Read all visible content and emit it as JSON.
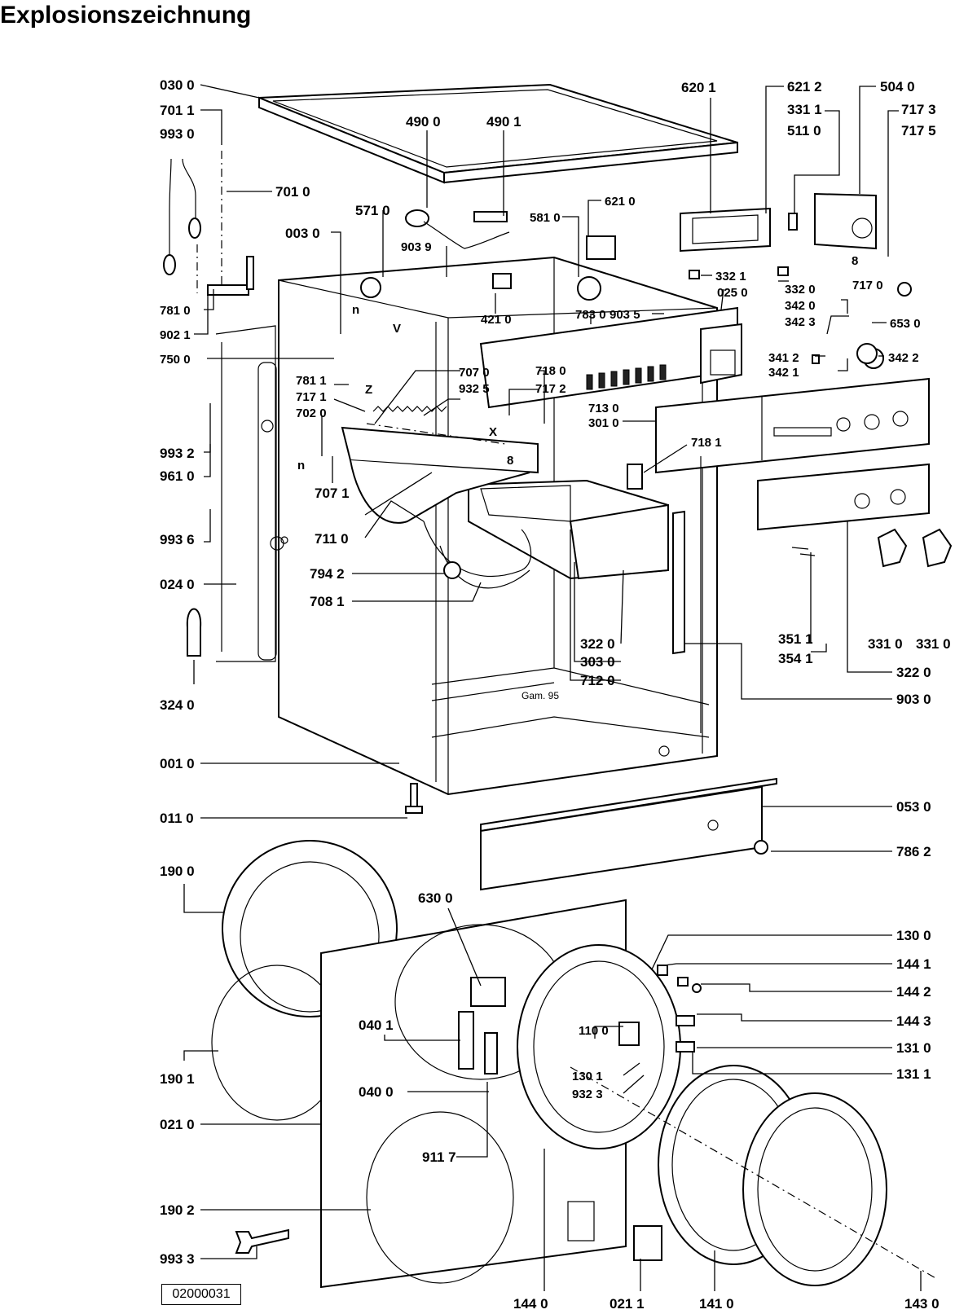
{
  "title": "Explosionszeichnung",
  "doc_number": "02000031",
  "parts": [
    {
      "code": "030 0"
    },
    {
      "code": "701 1"
    },
    {
      "code": "993 0"
    },
    {
      "code": "701 0"
    },
    {
      "code": "490 0"
    },
    {
      "code": "490 1"
    },
    {
      "code": "571 0"
    },
    {
      "code": "003 0"
    },
    {
      "code": "903 9"
    },
    {
      "code": "581 0"
    },
    {
      "code": "621 0"
    },
    {
      "code": "620 1"
    },
    {
      "code": "621 2"
    },
    {
      "code": "331 1"
    },
    {
      "code": "511 0"
    },
    {
      "code": "504 0"
    },
    {
      "code": "717 3"
    },
    {
      "code": "717 5"
    },
    {
      "code": "332 1"
    },
    {
      "code": "025 0"
    },
    {
      "code": "332 0"
    },
    {
      "code": "342 0"
    },
    {
      "code": "342 3"
    },
    {
      "code": "717 0"
    },
    {
      "code": "653 0"
    },
    {
      "code": "341 2"
    },
    {
      "code": "342 1"
    },
    {
      "code": "342 2"
    },
    {
      "code": "781 0"
    },
    {
      "code": "902 1"
    },
    {
      "code": "750 0"
    },
    {
      "code": "421 0"
    },
    {
      "code": "783 0"
    },
    {
      "code": "903 5"
    },
    {
      "code": "707 0"
    },
    {
      "code": "932 5"
    },
    {
      "code": "718 0"
    },
    {
      "code": "717 2"
    },
    {
      "code": "781 1"
    },
    {
      "code": "717 1"
    },
    {
      "code": "702 0"
    },
    {
      "code": "713 0"
    },
    {
      "code": "301 0"
    },
    {
      "code": "718 1"
    },
    {
      "code": "993 2"
    },
    {
      "code": "961 0"
    },
    {
      "code": "707 1"
    },
    {
      "code": "711 0"
    },
    {
      "code": "993 6"
    },
    {
      "code": "024 0"
    },
    {
      "code": "794 2"
    },
    {
      "code": "708 1"
    },
    {
      "code": "322 0"
    },
    {
      "code": "303 0"
    },
    {
      "code": "712 0"
    },
    {
      "code": "351 1"
    },
    {
      "code": "354 1"
    },
    {
      "code": "331 0"
    },
    {
      "code": "903 0"
    },
    {
      "code": "324 0"
    },
    {
      "code": "001 0"
    },
    {
      "code": "053 0"
    },
    {
      "code": "011 0"
    },
    {
      "code": "786 2"
    },
    {
      "code": "190 0"
    },
    {
      "code": "630 0"
    },
    {
      "code": "130 0"
    },
    {
      "code": "144 1"
    },
    {
      "code": "144 2"
    },
    {
      "code": "040 1"
    },
    {
      "code": "110 0"
    },
    {
      "code": "144 3"
    },
    {
      "code": "131 0"
    },
    {
      "code": "131 1"
    },
    {
      "code": "130 1"
    },
    {
      "code": "040 0"
    },
    {
      "code": "932 3"
    },
    {
      "code": "190 1"
    },
    {
      "code": "021 0"
    },
    {
      "code": "911 7"
    },
    {
      "code": "190 2"
    },
    {
      "code": "993 3"
    },
    {
      "code": "144 0"
    },
    {
      "code": "021 1"
    },
    {
      "code": "141 0"
    },
    {
      "code": "143 0"
    }
  ],
  "sketch_marks": [
    "n",
    "V",
    "Z",
    "X",
    "8",
    "n",
    "8",
    "Gam. 95"
  ]
}
